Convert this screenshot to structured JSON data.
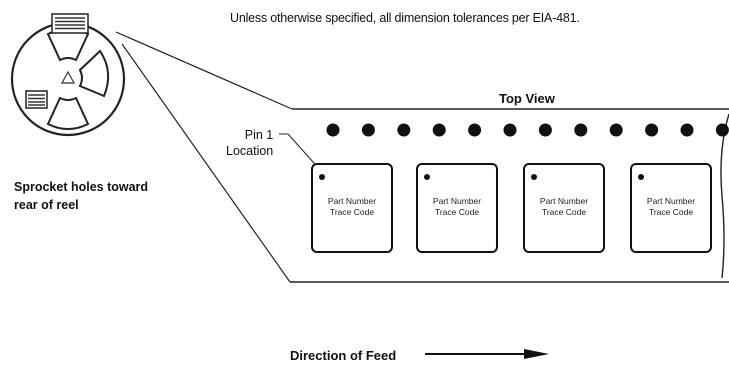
{
  "notes": {
    "tolerance": "Unless otherwise specified, all dimension tolerances per EIA-481."
  },
  "tape": {
    "view_label": "Top View",
    "pin1_label_line1": "Pin 1",
    "pin1_label_line2": "Location",
    "sprocket_hole_count": 12,
    "parts": [
      {
        "line1": "Part Number",
        "line2": "Trace Code"
      },
      {
        "line1": "Part Number",
        "line2": "Trace Code"
      },
      {
        "line1": "Part Number",
        "line2": "Trace Code"
      },
      {
        "line1": "Part Number",
        "line2": "Trace Code"
      }
    ]
  },
  "reel": {
    "label_line1": "Sprocket holes toward",
    "label_line2": "rear of reel"
  },
  "feed": {
    "label": "Direction of Feed"
  },
  "colors": {
    "ink": "#111111",
    "background": "#ffffff"
  }
}
